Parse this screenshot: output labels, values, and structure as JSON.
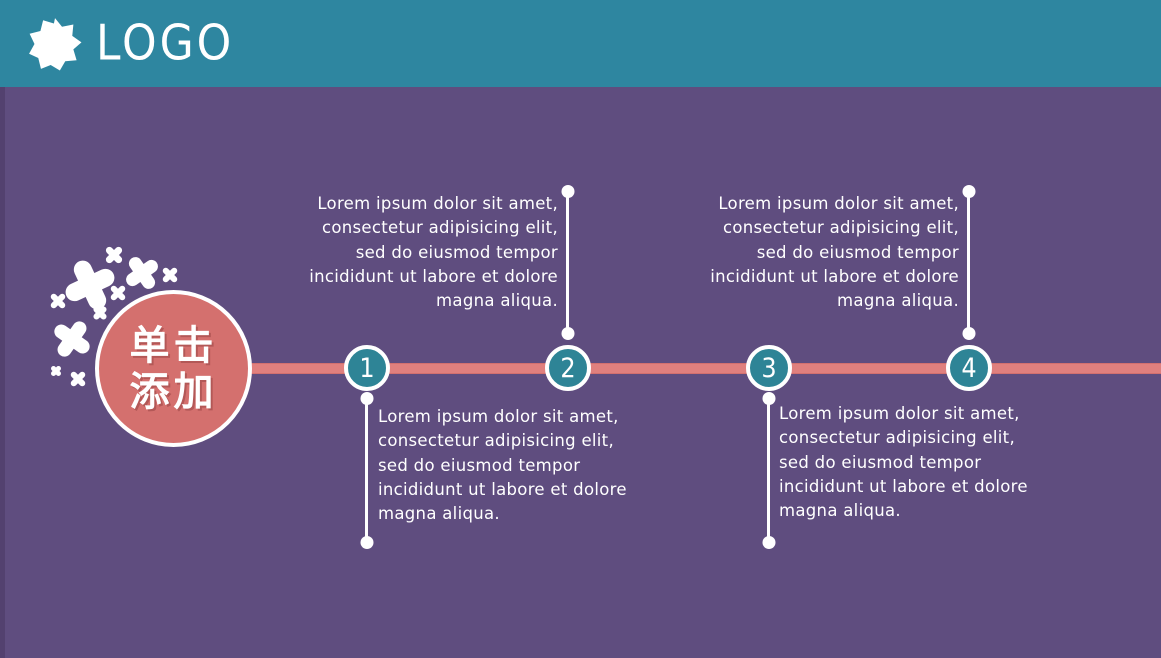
{
  "header": {
    "logo_icon": "seven-point-star-burst-icon",
    "logo_text": "LOGO",
    "background_color": "#2e86a0"
  },
  "theme": {
    "background_color": "#5f4d7f",
    "accent_coral": "#e0807e",
    "accent_teal": "#2e8496",
    "main_circle_color": "#d4706e",
    "text_color": "#ffffff"
  },
  "main_circle": {
    "line_1": "单击",
    "line_2": "添加"
  },
  "timeline": {
    "steps": [
      {
        "number": "1",
        "position": "below",
        "align": "left",
        "body": "Lorem ipsum dolor sit amet, consectetur adipisicing elit, sed do eiusmod tempor incididunt ut labore et dolore magna aliqua."
      },
      {
        "number": "2",
        "position": "above",
        "align": "right",
        "body": "Lorem ipsum dolor sit amet, consectetur adipisicing elit, sed do eiusmod tempor incididunt ut labore et dolore magna aliqua."
      },
      {
        "number": "3",
        "position": "below",
        "align": "left",
        "body": "Lorem ipsum dolor sit amet, consectetur adipisicing elit, sed do eiusmod tempor incididunt ut labore et dolore magna aliqua."
      },
      {
        "number": "4",
        "position": "above",
        "align": "right",
        "body": "Lorem ipsum dolor sit amet, consectetur adipisicing elit, sed do eiusmod tempor incididunt ut labore et dolore magna aliqua."
      }
    ]
  },
  "decoration": {
    "sparkles_icon": "sparkle-cluster-icon"
  }
}
